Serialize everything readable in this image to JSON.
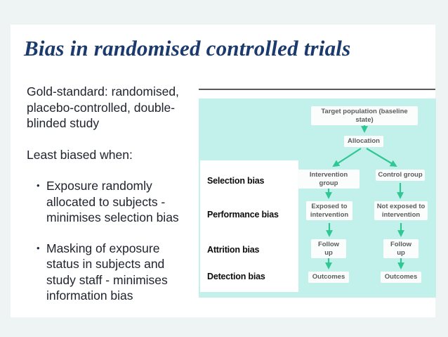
{
  "slide": {
    "title": "Bias in randomised controlled trials",
    "body": {
      "para1": "Gold-standard: randomised, placebo-controlled, double-blinded study",
      "para2": "Least biased when:",
      "bullet_char": "•",
      "bullets": [
        "Exposure randomly allocated to subjects - minimises selection bias",
        "Masking of exposure status in subjects and study staff - minimises information bias"
      ]
    },
    "diagram": {
      "bias_labels": [
        "Selection bias",
        "Performance bias",
        "Attrition bias",
        "Detection bias"
      ],
      "nodes": {
        "target": "Target population (baseline state)",
        "allocation": "Allocation",
        "intervention_group": "Intervention group",
        "control_group": "Control group",
        "exposed": "Exposed to intervention",
        "not_exposed": "Not exposed to intervention",
        "follow_up_left": "Follow up",
        "follow_up_right": "Follow up",
        "outcomes_left": "Outcomes",
        "outcomes_right": "Outcomes"
      },
      "colors": {
        "panel_background": "#c2f1ec",
        "arrow": "#30c795",
        "title_navy": "#1b3a6d"
      }
    }
  }
}
